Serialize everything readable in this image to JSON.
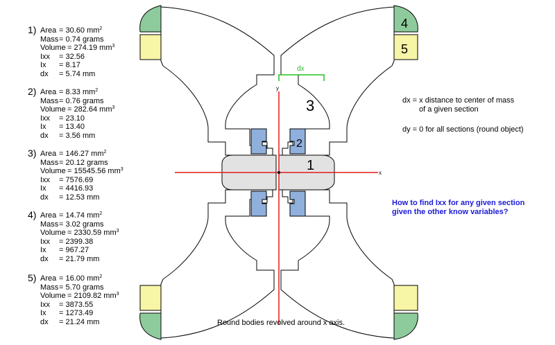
{
  "sections": [
    {
      "num": "1)",
      "area": "30.60",
      "area_unit": "mm",
      "mass": "0.74 grams",
      "volume": "274.19",
      "volume_unit": "mm",
      "ixx": "32.56",
      "ix": "8.17",
      "dx": "5.74 mm"
    },
    {
      "num": "2)",
      "area": "8.33",
      "area_unit": "mm",
      "mass": "0.76 grams",
      "volume": "282.64",
      "volume_unit": "mm",
      "ixx": "23.10",
      "ix": "13.40",
      "dx": "3.56 mm"
    },
    {
      "num": "3)",
      "area": "146.27",
      "area_unit": "mm",
      "mass": "20.12 grams",
      "volume": "15545.56",
      "volume_unit": "mm",
      "ixx": "7576.69",
      "ix": "4416.93",
      "dx": "12.53 mm"
    },
    {
      "num": "4)",
      "area": "14.74",
      "area_unit": "mm",
      "mass": "3.02 grams",
      "volume": "2330.59",
      "volume_unit": "mm",
      "ixx": "2399.38",
      "ix": "967.27",
      "dx": "21.79 mm"
    },
    {
      "num": "5)",
      "area": "16.00",
      "area_unit": "mm",
      "mass": "5.70 grams",
      "volume": "2109.82",
      "volume_unit": "mm",
      "ixx": "3873.55",
      "ix": "1273.49",
      "dx": "21.24 mm"
    }
  ],
  "labels": {
    "area": "Area",
    "mass": "Mass",
    "volume": "Volume",
    "ixx": "Ixx",
    "ix": "Ix",
    "dx": "dx",
    "eq": "=",
    "sq": "2",
    "cube": "3"
  },
  "diagram": {
    "section_labels": [
      "1",
      "2",
      "3",
      "4",
      "5"
    ],
    "dx_label": "dx",
    "x_axis": "x",
    "y_axis": "y",
    "colors": {
      "green": "#8ecb9c",
      "yellow": "#f7f5a6",
      "blue": "#8fb0dc",
      "gray": "#e2e2e2",
      "red": "#e01b1b",
      "bright_green": "#22c022"
    }
  },
  "notes": {
    "dx_line1": "dx = x distance to center of mass",
    "dx_line2": "of a given section",
    "dy": "dy = 0 for all sections (round object)"
  },
  "question": {
    "line1": "How to find Ixx for any given section",
    "line2": "given the other know variables?"
  },
  "caption": "Round bodies revolved around x axis."
}
